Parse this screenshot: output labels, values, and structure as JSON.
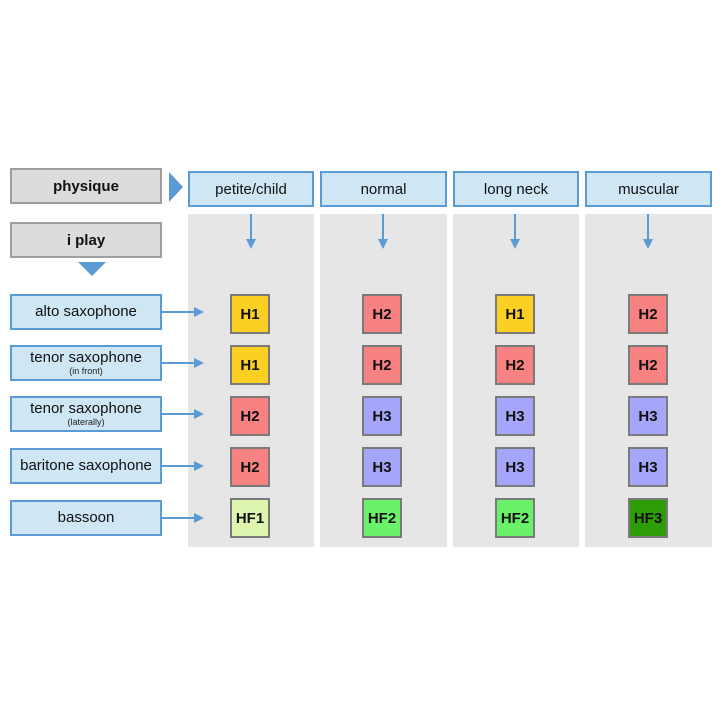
{
  "physique_label": "physique",
  "play_label": "i play",
  "columns": [
    "petite/child",
    "normal",
    "long neck",
    "muscular"
  ],
  "rows": [
    {
      "label": "alto saxophone",
      "sub": "",
      "cells": [
        "H1",
        "H2",
        "H1",
        "H2"
      ]
    },
    {
      "label": "tenor saxophone",
      "sub": "(in front)",
      "cells": [
        "H1",
        "H2",
        "H2",
        "H2"
      ]
    },
    {
      "label": "tenor saxophone",
      "sub": "(laterally)",
      "cells": [
        "H2",
        "H3",
        "H3",
        "H3"
      ]
    },
    {
      "label": "baritone saxophone",
      "sub": "",
      "cells": [
        "H2",
        "H3",
        "H3",
        "H3"
      ]
    },
    {
      "label": "bassoon",
      "sub": "",
      "cells": [
        "HF1",
        "HF2",
        "HF2",
        "HF3"
      ]
    }
  ],
  "colors": {
    "H1": "#fcd022",
    "H2": "#f88282",
    "H3": "#a5a5fa",
    "HF1": "#ddf5ad",
    "HF2": "#6af16a",
    "HF3": "#2e9c06",
    "arrow": "#5b9bd5"
  }
}
